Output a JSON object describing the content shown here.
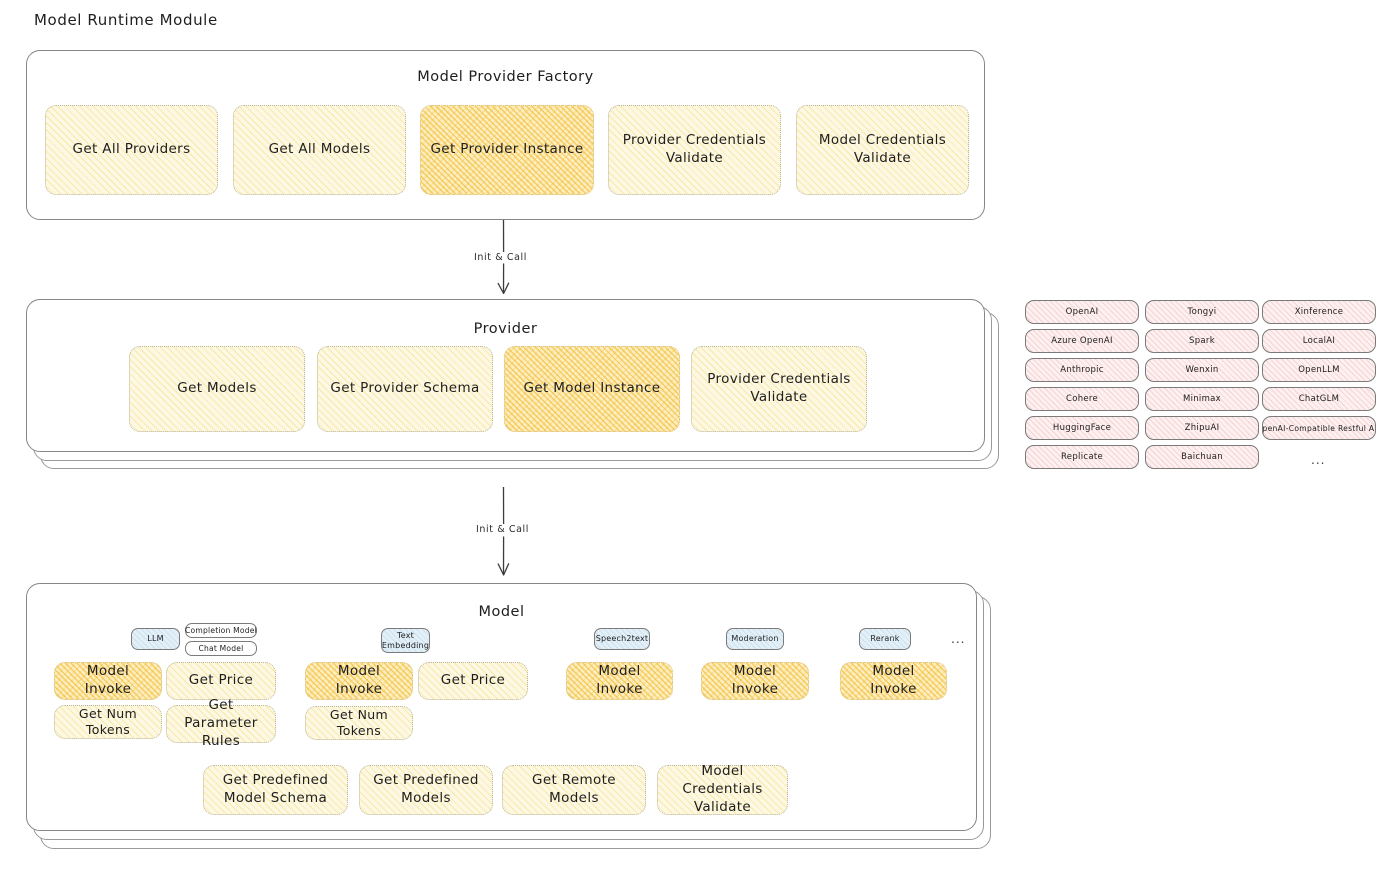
{
  "page": {
    "title": "Model Runtime Module"
  },
  "factory": {
    "title": "Model Provider Factory",
    "boxes": [
      {
        "label": "Get All Providers",
        "highlight": false
      },
      {
        "label": "Get All Models",
        "highlight": false
      },
      {
        "label": "Get Provider Instance",
        "highlight": true
      },
      {
        "label": "Provider Credentials Validate",
        "highlight": false
      },
      {
        "label": "Model Credentials Validate",
        "highlight": false
      }
    ]
  },
  "arrows": [
    {
      "label": "Init & Call"
    },
    {
      "label": "Init & Call"
    }
  ],
  "provider": {
    "title": "Provider",
    "boxes": [
      {
        "label": "Get Models",
        "highlight": false
      },
      {
        "label": "Get Provider Schema",
        "highlight": false
      },
      {
        "label": "Get Model Instance",
        "highlight": true
      },
      {
        "label": "Provider Credentials Validate",
        "highlight": false
      }
    ]
  },
  "provider_list": {
    "columns": [
      [
        "OpenAI",
        "Azure OpenAI",
        "Anthropic",
        "Cohere",
        "HuggingFace",
        "Replicate"
      ],
      [
        "Tongyi",
        "Spark",
        "Wenxin",
        "Minimax",
        "ZhipuAI",
        "Baichuan"
      ],
      [
        "Xinference",
        "LocalAI",
        "OpenLLM",
        "ChatGLM",
        "OpenAI-Compatible Restful API"
      ]
    ],
    "more": "..."
  },
  "model": {
    "title": "Model",
    "more": "...",
    "types": [
      {
        "name": "LLM",
        "tags": [
          "Completion Model",
          "Chat Model"
        ],
        "ops": [
          {
            "label": "Model Invoke",
            "highlight": true
          },
          {
            "label": "Get Price",
            "highlight": false
          },
          {
            "label": "Get Num Tokens",
            "highlight": false
          },
          {
            "label": "Get Parameter Rules",
            "highlight": false
          }
        ]
      },
      {
        "name": "Text Embedding",
        "tags": [],
        "ops": [
          {
            "label": "Model Invoke",
            "highlight": true
          },
          {
            "label": "Get Price",
            "highlight": false
          },
          {
            "label": "Get Num Tokens",
            "highlight": false
          }
        ]
      },
      {
        "name": "Speech2text",
        "tags": [],
        "ops": [
          {
            "label": "Model Invoke",
            "highlight": true
          }
        ]
      },
      {
        "name": "Moderation",
        "tags": [],
        "ops": [
          {
            "label": "Model Invoke",
            "highlight": true
          }
        ]
      },
      {
        "name": "Rerank",
        "tags": [],
        "ops": [
          {
            "label": "Model Invoke",
            "highlight": true
          }
        ]
      }
    ],
    "common_ops": [
      {
        "label": "Get Predefined Model Schema"
      },
      {
        "label": "Get Predefined Models"
      },
      {
        "label": "Get Remote Models"
      },
      {
        "label": "Model Credentials Validate"
      }
    ]
  },
  "colors": {
    "op_fill": "#fdf8e3",
    "op_fill_highlight": "#fdeec2",
    "provider_chip": "#fdf0f0",
    "model_chip": "#e4f0f8",
    "panel_border": "#868686",
    "text": "#1e1e1e"
  }
}
